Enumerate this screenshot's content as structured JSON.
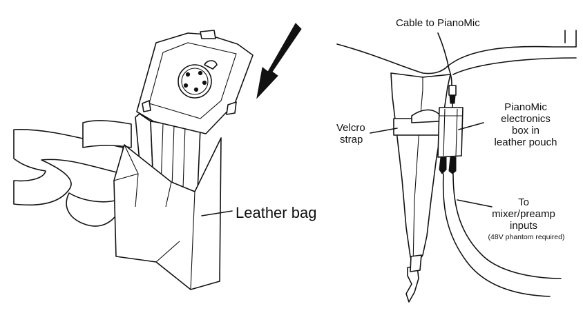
{
  "left_figure": {
    "label_bag": "Leather bag"
  },
  "right_figure": {
    "label_cable": "Cable to PianoMic",
    "label_velcro_line1": "Velcro",
    "label_velcro_line2": "strap",
    "label_box_line1": "PianoMic",
    "label_box_line2": "electronics",
    "label_box_line3": "box in",
    "label_box_line4": "leather pouch",
    "label_to_line1": "To",
    "label_to_line2": "mixer/preamp",
    "label_to_line3": "inputs",
    "label_phantom": "(48V phantom required)"
  },
  "icons": [
    "arrow-icon",
    "xlr-connector-icon"
  ],
  "colors": {
    "ink": "#111111",
    "paper": "#ffffff"
  }
}
